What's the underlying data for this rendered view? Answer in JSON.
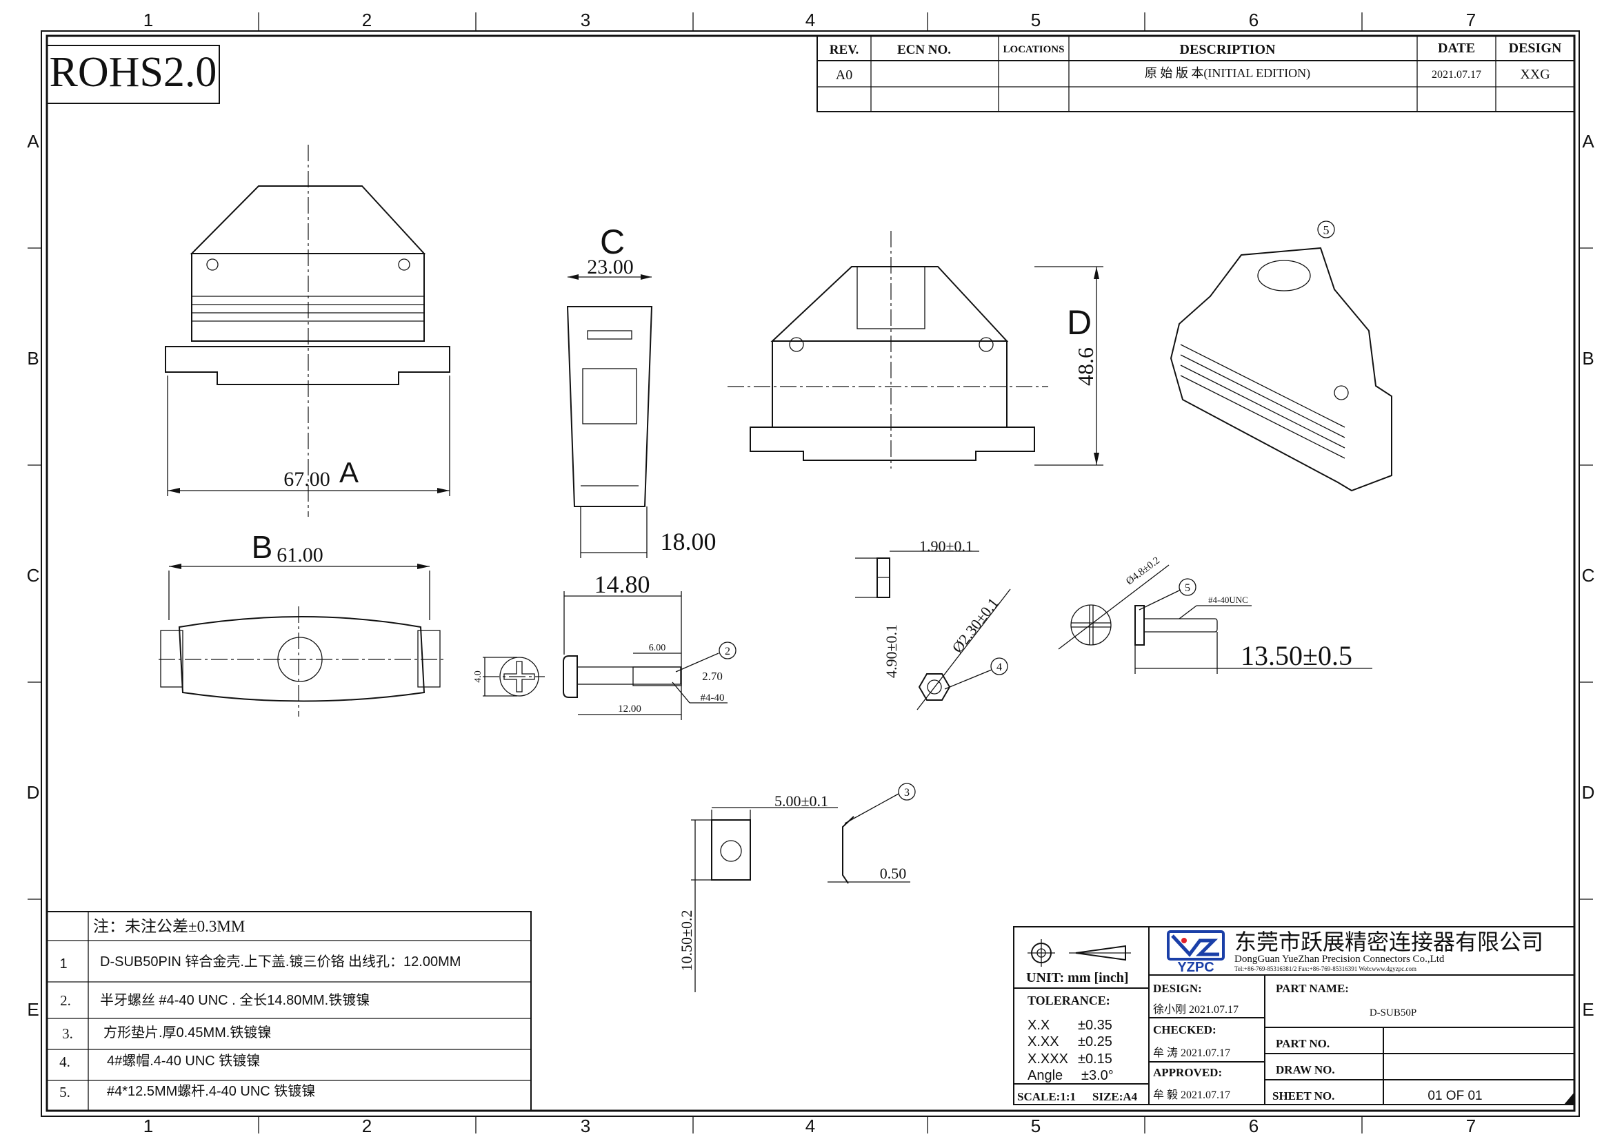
{
  "zones": {
    "columns": [
      "1",
      "2",
      "3",
      "4",
      "5",
      "6",
      "7"
    ],
    "rows": [
      "A",
      "B",
      "C",
      "D",
      "E"
    ]
  },
  "rohs": "ROHS2.0",
  "revision_table": {
    "headers": [
      "REV.",
      "ECN NO.",
      "LOCATIONS",
      "DESCRIPTION",
      "DATE",
      "DESIGN"
    ],
    "rows": [
      [
        "A0",
        "",
        "",
        "原 始 版 本(INITIAL EDITION)",
        "2021.07.17",
        "XXG"
      ]
    ]
  },
  "views": {
    "front": {
      "dim_width": "67.00",
      "label": "A"
    },
    "side": {
      "label": "C",
      "dim_top": "23.00",
      "dim_bottom": "18.00"
    },
    "bottom": {
      "label": "B",
      "dim_width": "61.00"
    },
    "right": {
      "label": "D",
      "dim_height": "48.6"
    },
    "iso": {
      "balloon": "5"
    },
    "screw2": {
      "length": "14.80",
      "thread_len": "6.00",
      "dia": "2.70",
      "thread": "#4-40",
      "shank": "12.00",
      "head": "4.0",
      "balloon": "2"
    },
    "nut4": {
      "thick": "1.90±0.1",
      "width": "4.90±0.1",
      "hole": "Ø2.30±0.1",
      "balloon": "4"
    },
    "screw5": {
      "head": "Ø4.8±0.2",
      "balloon": "5",
      "thread": "#4-40UNC",
      "length": "13.50±0.5"
    },
    "washer3": {
      "width": "5.00±0.1",
      "height": "10.50±0.2",
      "thick": "0.50",
      "balloon": "3"
    }
  },
  "notes": {
    "header": "注：未注公差±0.3MM",
    "items": [
      {
        "no": "1",
        "text": "D-SUB50PIN  锌合金壳.上下盖.镀三价铬 出线孔：12.00MM"
      },
      {
        "no": "2.",
        "text": "半牙螺丝 #4-40  UNC  .  全长14.80MM.铁镀镍"
      },
      {
        "no": "3.",
        "text": "方形垫片.厚0.45MM.铁镀镍"
      },
      {
        "no": "4.",
        "text": "4#螺帽.4-40 UNC 铁镀镍"
      },
      {
        "no": "5.",
        "text": "#4*12.5MM螺杆.4-40  UNC 铁镀镍"
      }
    ]
  },
  "title_block": {
    "unit": "UNIT: mm [inch]",
    "tolerance_label": "TOLERANCE:",
    "tolerances": [
      {
        "k": "X.X",
        "v": "±0.35"
      },
      {
        "k": "X.XX",
        "v": "±0.25"
      },
      {
        "k": "X.XXX",
        "v": "±0.15"
      },
      {
        "k": "Angle",
        "v": "±3.0°"
      }
    ],
    "scale": "SCALE:1:1",
    "size": "SIZE:A4",
    "logo_text": "YZPC",
    "company_cn": "东莞市跃展精密连接器有限公司",
    "company_en": "DongGuan YueZhan   Precision   Connectors Co.,Ltd",
    "contact": "Tel:+86-769-85316381/2  Fax:+86-769-85316391  Web:www.dgyzpc.com",
    "design_label": "DESIGN:",
    "design_value": "徐小刚 2021.07.17",
    "checked_label": "CHECKED:",
    "checked_value": "牟  涛 2021.07.17",
    "approved_label": "APPROVED:",
    "approved_value": "牟  毅 2021.07.17",
    "part_name_label": "PART NAME:",
    "part_name": "D-SUB50P",
    "part_no_label": "PART NO.",
    "part_no": "",
    "draw_no_label": "DRAW NO.",
    "draw_no": "",
    "sheet_no_label": "SHEET NO.",
    "sheet_no": "01 OF 01",
    "brand_color": "#1a3fa8",
    "logo_dot_color": "#e0202a"
  }
}
